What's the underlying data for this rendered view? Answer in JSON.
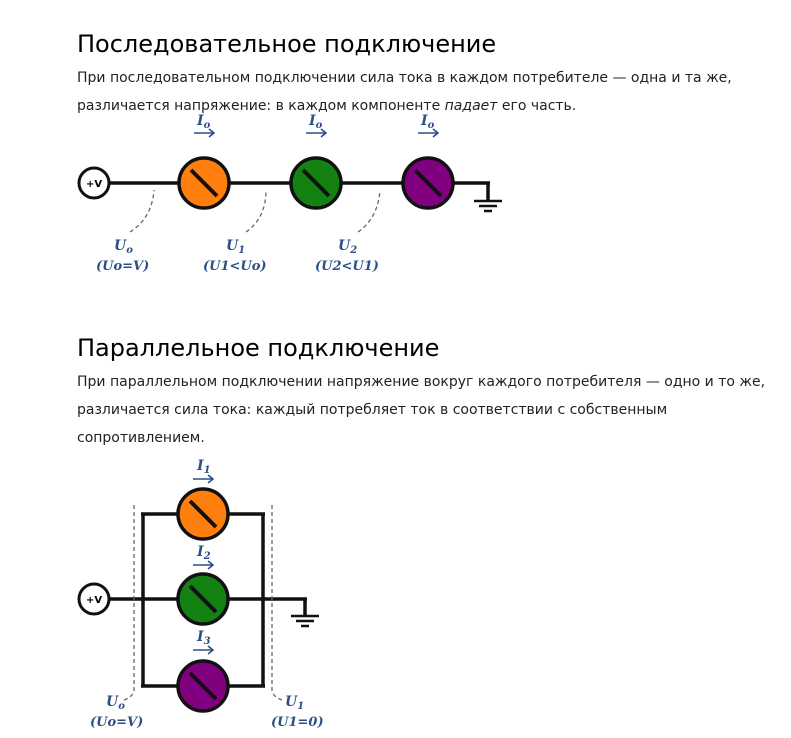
{
  "series": {
    "title": "Последовательное подключение",
    "text_before": "При последовательном подключении сила тока в каждом потребителе — одна и та же, различается напряжение: в каждом компоненте ",
    "text_em": "падает",
    "text_after": " его часть.",
    "source_label": "+V",
    "current_labels": [
      {
        "main": "I",
        "sub": "o"
      },
      {
        "main": "I",
        "sub": "o"
      },
      {
        "main": "I",
        "sub": "o"
      }
    ],
    "voltage_labels": [
      {
        "name": {
          "main": "U",
          "sub": "o"
        },
        "cond": "(Uo=V)"
      },
      {
        "name": {
          "main": "U",
          "sub": "1"
        },
        "cond": "(U1<Uo)"
      },
      {
        "name": {
          "main": "U",
          "sub": "2"
        },
        "cond": "(U2<U1)"
      }
    ],
    "components": [
      {
        "color": "#ff7f0e"
      },
      {
        "color": "#138213"
      },
      {
        "color": "#800080"
      }
    ]
  },
  "parallel": {
    "title": "Параллельное подключение",
    "text": "При параллельном подключении напряжение вокруг каждого потребителя — одно и то же, различается сила тока: каждый потребляет ток в соответствии с собственным сопротивлением.",
    "source_label": "+V",
    "current_labels": [
      {
        "main": "I",
        "sub": "1"
      },
      {
        "main": "I",
        "sub": "2"
      },
      {
        "main": "I",
        "sub": "3"
      }
    ],
    "voltage_labels": [
      {
        "name": {
          "main": "U",
          "sub": "o"
        },
        "cond": "(Uo=V)"
      },
      {
        "name": {
          "main": "U",
          "sub": "1"
        },
        "cond": "(U1=0)"
      }
    ],
    "components": [
      {
        "color": "#ff7f0e"
      },
      {
        "color": "#138213"
      },
      {
        "color": "#800080"
      }
    ]
  }
}
